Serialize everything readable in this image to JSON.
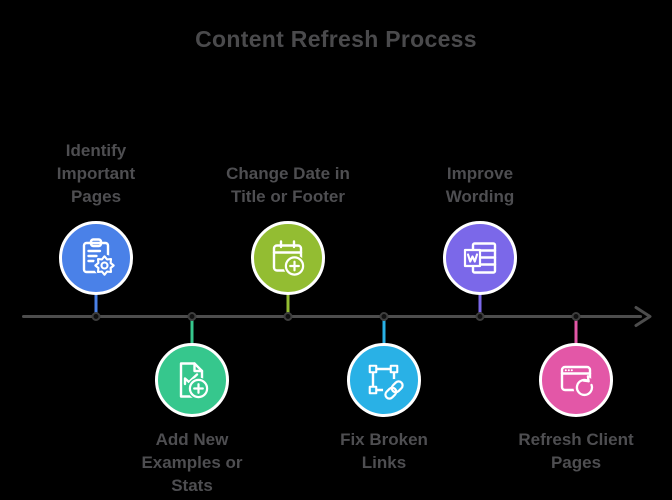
{
  "title": "Content Refresh Process",
  "colors": {
    "background": "#000000",
    "title_text": "#4a4a4c",
    "label_text": "#4e4e51",
    "timeline": "#4d4d4d"
  },
  "timeline": {
    "direction": "left-to-right-arrow",
    "steps_count": 6
  },
  "milestones": [
    {
      "label": "Identify\nImportant\nPages",
      "position": "above",
      "color": "#4a81e8",
      "icon": "clipboard-gear-icon"
    },
    {
      "label": "Add New\nExamples or\nStats",
      "position": "below",
      "color": "#36c78d",
      "icon": "document-chart-plus-icon"
    },
    {
      "label": "Change Date in\nTitle or Footer",
      "position": "above",
      "color": "#93bd32",
      "icon": "calendar-plus-icon"
    },
    {
      "label": "Fix Broken\nLinks",
      "position": "below",
      "color": "#29b1e6",
      "icon": "selection-link-icon"
    },
    {
      "label": "Improve\nWording",
      "position": "above",
      "color": "#7b68e9",
      "icon": "word-document-icon"
    },
    {
      "label": "Refresh Client\nPages",
      "position": "below",
      "color": "#e357a7",
      "icon": "browser-refresh-icon"
    }
  ]
}
